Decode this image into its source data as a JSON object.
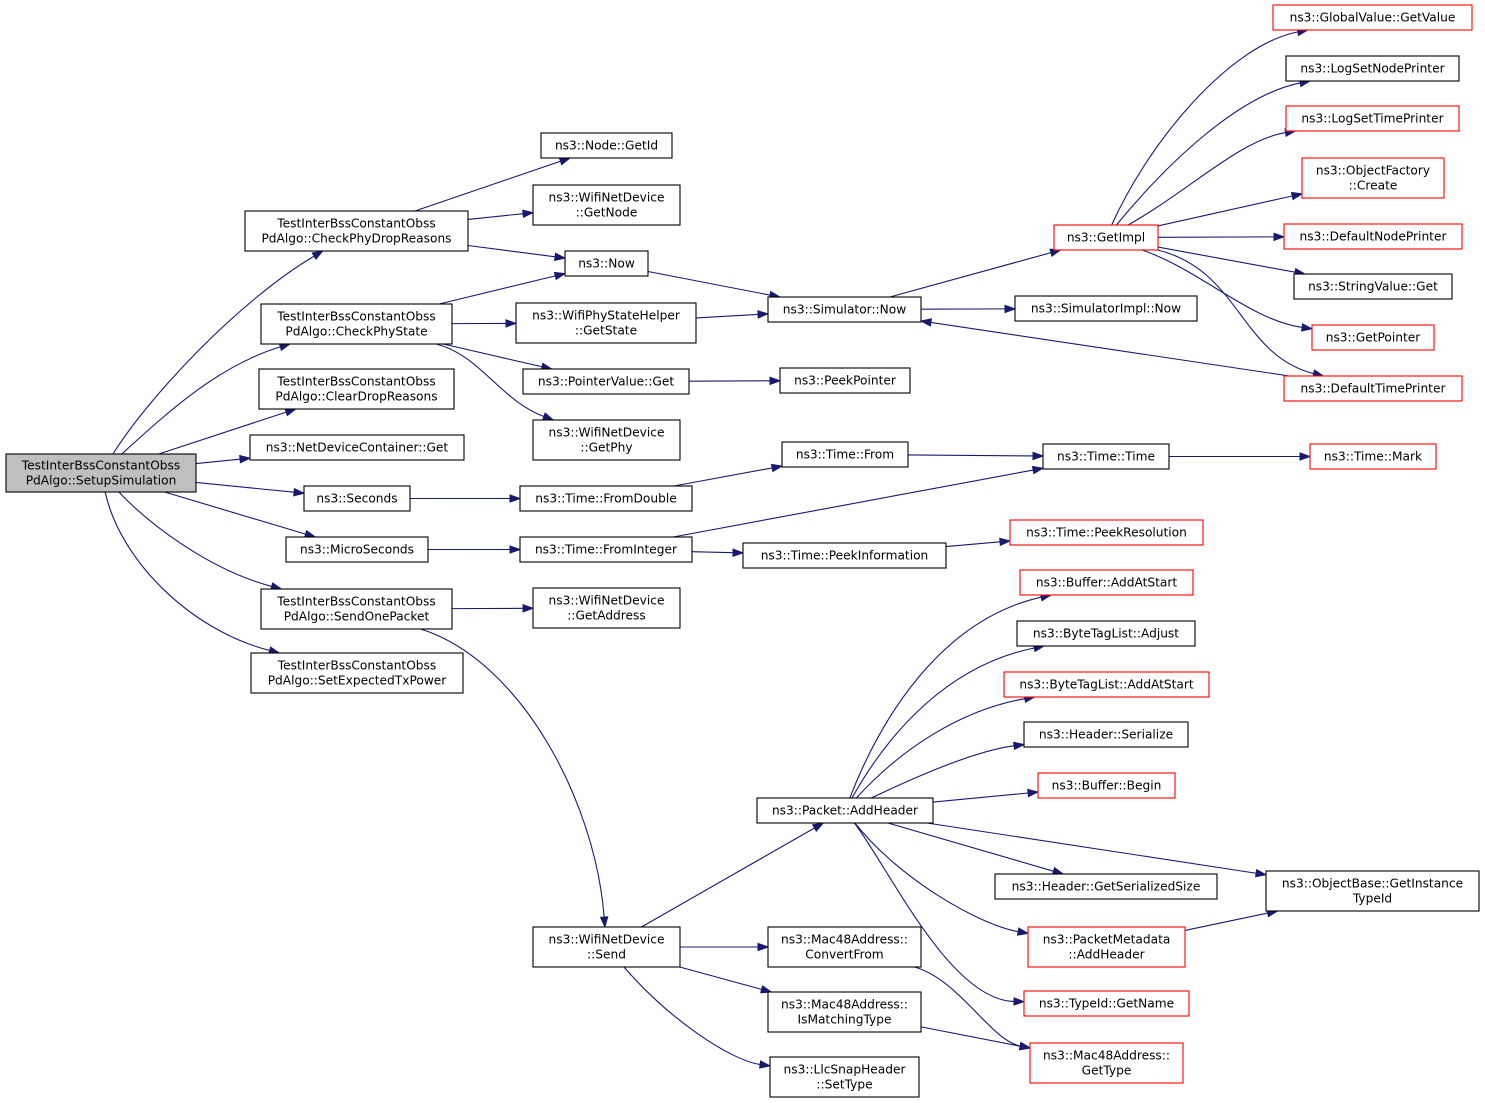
{
  "graph": {
    "colors": {
      "edge": "#191970",
      "focus_fill": "#bfbfbf",
      "normal_border": "#000000",
      "truncated_border": "#ff0000",
      "node_fill": "#ffffff"
    },
    "nodes": [
      {
        "id": "root",
        "lines": [
          "TestInterBssConstantObss",
          "PdAlgo::SetupSimulation"
        ],
        "style": "focus"
      },
      {
        "id": "checkPhyDrop",
        "lines": [
          "TestInterBssConstantObss",
          "PdAlgo::CheckPhyDropReasons"
        ],
        "style": "normal"
      },
      {
        "id": "checkPhyState",
        "lines": [
          "TestInterBssConstantObss",
          "PdAlgo::CheckPhyState"
        ],
        "style": "normal"
      },
      {
        "id": "clearDrop",
        "lines": [
          "TestInterBssConstantObss",
          "PdAlgo::ClearDropReasons"
        ],
        "style": "normal"
      },
      {
        "id": "ndcGet",
        "lines": [
          "ns3::NetDeviceContainer::Get"
        ],
        "style": "normal"
      },
      {
        "id": "seconds",
        "lines": [
          "ns3::Seconds"
        ],
        "style": "normal"
      },
      {
        "id": "microSeconds",
        "lines": [
          "ns3::MicroSeconds"
        ],
        "style": "normal"
      },
      {
        "id": "sendOnePacket",
        "lines": [
          "TestInterBssConstantObss",
          "PdAlgo::SendOnePacket"
        ],
        "style": "normal"
      },
      {
        "id": "setExpectedTx",
        "lines": [
          "TestInterBssConstantObss",
          "PdAlgo::SetExpectedTxPower"
        ],
        "style": "normal"
      },
      {
        "id": "nodeGetId",
        "lines": [
          "ns3::Node::GetId"
        ],
        "style": "normal"
      },
      {
        "id": "wndGetNode",
        "lines": [
          "ns3::WifiNetDevice",
          "::GetNode"
        ],
        "style": "normal"
      },
      {
        "id": "now",
        "lines": [
          "ns3::Now"
        ],
        "style": "normal"
      },
      {
        "id": "wpshGetState",
        "lines": [
          "ns3::WifiPhyStateHelper",
          "::GetState"
        ],
        "style": "normal"
      },
      {
        "id": "pvGet",
        "lines": [
          "ns3::PointerValue::Get"
        ],
        "style": "normal"
      },
      {
        "id": "wndGetPhy",
        "lines": [
          "ns3::WifiNetDevice",
          "::GetPhy"
        ],
        "style": "normal"
      },
      {
        "id": "timeFromDouble",
        "lines": [
          "ns3::Time::FromDouble"
        ],
        "style": "normal"
      },
      {
        "id": "timeFromInteger",
        "lines": [
          "ns3::Time::FromInteger"
        ],
        "style": "normal"
      },
      {
        "id": "wndGetAddress",
        "lines": [
          "ns3::WifiNetDevice",
          "::GetAddress"
        ],
        "style": "normal"
      },
      {
        "id": "wndSend",
        "lines": [
          "ns3::WifiNetDevice",
          "::Send"
        ],
        "style": "normal"
      },
      {
        "id": "simNow",
        "lines": [
          "ns3::Simulator::Now"
        ],
        "style": "normal"
      },
      {
        "id": "peekPointer",
        "lines": [
          "ns3::PeekPointer"
        ],
        "style": "normal"
      },
      {
        "id": "timeFrom",
        "lines": [
          "ns3::Time::From"
        ],
        "style": "normal"
      },
      {
        "id": "timePeekInfo",
        "lines": [
          "ns3::Time::PeekInformation"
        ],
        "style": "normal"
      },
      {
        "id": "packetAddHeader",
        "lines": [
          "ns3::Packet::AddHeader"
        ],
        "style": "normal"
      },
      {
        "id": "macConvertFrom",
        "lines": [
          "ns3::Mac48Address::",
          "ConvertFrom"
        ],
        "style": "normal"
      },
      {
        "id": "macIsMatching",
        "lines": [
          "ns3::Mac48Address::",
          "IsMatchingType"
        ],
        "style": "normal"
      },
      {
        "id": "llcSetType",
        "lines": [
          "ns3::LlcSnapHeader",
          "::SetType"
        ],
        "style": "normal"
      },
      {
        "id": "getImpl",
        "lines": [
          "ns3::GetImpl"
        ],
        "style": "truncated"
      },
      {
        "id": "simImplNow",
        "lines": [
          "ns3::SimulatorImpl::Now"
        ],
        "style": "normal"
      },
      {
        "id": "timeTime",
        "lines": [
          "ns3::Time::Time"
        ],
        "style": "normal"
      },
      {
        "id": "timePeekRes",
        "lines": [
          "ns3::Time::PeekResolution"
        ],
        "style": "truncated"
      },
      {
        "id": "bufAddAtStart",
        "lines": [
          "ns3::Buffer::AddAtStart"
        ],
        "style": "truncated"
      },
      {
        "id": "btlAdjust",
        "lines": [
          "ns3::ByteTagList::Adjust"
        ],
        "style": "normal"
      },
      {
        "id": "btlAddAtStart",
        "lines": [
          "ns3::ByteTagList::AddAtStart"
        ],
        "style": "truncated"
      },
      {
        "id": "hdrSerialize",
        "lines": [
          "ns3::Header::Serialize"
        ],
        "style": "normal"
      },
      {
        "id": "bufBegin",
        "lines": [
          "ns3::Buffer::Begin"
        ],
        "style": "truncated"
      },
      {
        "id": "hdrGetSerSize",
        "lines": [
          "ns3::Header::GetSerializedSize"
        ],
        "style": "normal"
      },
      {
        "id": "pmAddHeader",
        "lines": [
          "ns3::PacketMetadata",
          "::AddHeader"
        ],
        "style": "truncated"
      },
      {
        "id": "typeIdGetName",
        "lines": [
          "ns3::TypeId::GetName"
        ],
        "style": "truncated"
      },
      {
        "id": "macGetType",
        "lines": [
          "ns3::Mac48Address::",
          "GetType"
        ],
        "style": "truncated"
      },
      {
        "id": "objBaseGetInstance",
        "lines": [
          "ns3::ObjectBase::GetInstance",
          "TypeId"
        ],
        "style": "normal"
      },
      {
        "id": "gvGetValue",
        "lines": [
          "ns3::GlobalValue::GetValue"
        ],
        "style": "truncated"
      },
      {
        "id": "logSetNodePrinter",
        "lines": [
          "ns3::LogSetNodePrinter"
        ],
        "style": "normal"
      },
      {
        "id": "logSetTimePrinter",
        "lines": [
          "ns3::LogSetTimePrinter"
        ],
        "style": "truncated"
      },
      {
        "id": "objFactoryCreate",
        "lines": [
          "ns3::ObjectFactory",
          "::Create"
        ],
        "style": "truncated"
      },
      {
        "id": "defaultNodePrinter",
        "lines": [
          "ns3::DefaultNodePrinter"
        ],
        "style": "truncated"
      },
      {
        "id": "stringValueGet",
        "lines": [
          "ns3::StringValue::Get"
        ],
        "style": "normal"
      },
      {
        "id": "getPointer",
        "lines": [
          "ns3::GetPointer"
        ],
        "style": "truncated"
      },
      {
        "id": "defaultTimePrinter",
        "lines": [
          "ns3::DefaultTimePrinter"
        ],
        "style": "truncated"
      },
      {
        "id": "timeMark",
        "lines": [
          "ns3::Time::Mark"
        ],
        "style": "truncated"
      }
    ],
    "edges": [
      [
        "root",
        "checkPhyDrop"
      ],
      [
        "root",
        "checkPhyState"
      ],
      [
        "root",
        "clearDrop"
      ],
      [
        "root",
        "ndcGet"
      ],
      [
        "root",
        "seconds"
      ],
      [
        "root",
        "microSeconds"
      ],
      [
        "root",
        "sendOnePacket"
      ],
      [
        "root",
        "setExpectedTx"
      ],
      [
        "checkPhyDrop",
        "nodeGetId"
      ],
      [
        "checkPhyDrop",
        "wndGetNode"
      ],
      [
        "checkPhyDrop",
        "now"
      ],
      [
        "checkPhyState",
        "now"
      ],
      [
        "checkPhyState",
        "wpshGetState"
      ],
      [
        "checkPhyState",
        "pvGet"
      ],
      [
        "checkPhyState",
        "wndGetPhy"
      ],
      [
        "now",
        "simNow"
      ],
      [
        "wpshGetState",
        "simNow"
      ],
      [
        "simNow",
        "getImpl"
      ],
      [
        "simNow",
        "simImplNow"
      ],
      [
        "getImpl",
        "gvGetValue"
      ],
      [
        "getImpl",
        "logSetNodePrinter"
      ],
      [
        "getImpl",
        "logSetTimePrinter"
      ],
      [
        "getImpl",
        "objFactoryCreate"
      ],
      [
        "getImpl",
        "defaultNodePrinter"
      ],
      [
        "getImpl",
        "stringValueGet"
      ],
      [
        "getImpl",
        "getPointer"
      ],
      [
        "getImpl",
        "defaultTimePrinter"
      ],
      [
        "defaultTimePrinter",
        "simNow"
      ],
      [
        "pvGet",
        "peekPointer"
      ],
      [
        "seconds",
        "timeFromDouble"
      ],
      [
        "timeFromDouble",
        "timeFrom"
      ],
      [
        "timeFrom",
        "timeTime"
      ],
      [
        "microSeconds",
        "timeFromInteger"
      ],
      [
        "timeFromInteger",
        "timeTime"
      ],
      [
        "timeFromInteger",
        "timePeekInfo"
      ],
      [
        "timePeekInfo",
        "timePeekRes"
      ],
      [
        "timeTime",
        "timeMark"
      ],
      [
        "sendOnePacket",
        "wndGetAddress"
      ],
      [
        "sendOnePacket",
        "wndSend"
      ],
      [
        "wndSend",
        "packetAddHeader"
      ],
      [
        "wndSend",
        "macConvertFrom"
      ],
      [
        "wndSend",
        "macIsMatching"
      ],
      [
        "wndSend",
        "llcSetType"
      ],
      [
        "packetAddHeader",
        "bufAddAtStart"
      ],
      [
        "packetAddHeader",
        "btlAdjust"
      ],
      [
        "packetAddHeader",
        "btlAddAtStart"
      ],
      [
        "packetAddHeader",
        "hdrSerialize"
      ],
      [
        "packetAddHeader",
        "bufBegin"
      ],
      [
        "packetAddHeader",
        "hdrGetSerSize"
      ],
      [
        "packetAddHeader",
        "pmAddHeader"
      ],
      [
        "packetAddHeader",
        "typeIdGetName"
      ],
      [
        "packetAddHeader",
        "objBaseGetInstance"
      ],
      [
        "pmAddHeader",
        "objBaseGetInstance"
      ],
      [
        "macConvertFrom",
        "macGetType"
      ],
      [
        "macIsMatching",
        "macGetType"
      ]
    ]
  }
}
